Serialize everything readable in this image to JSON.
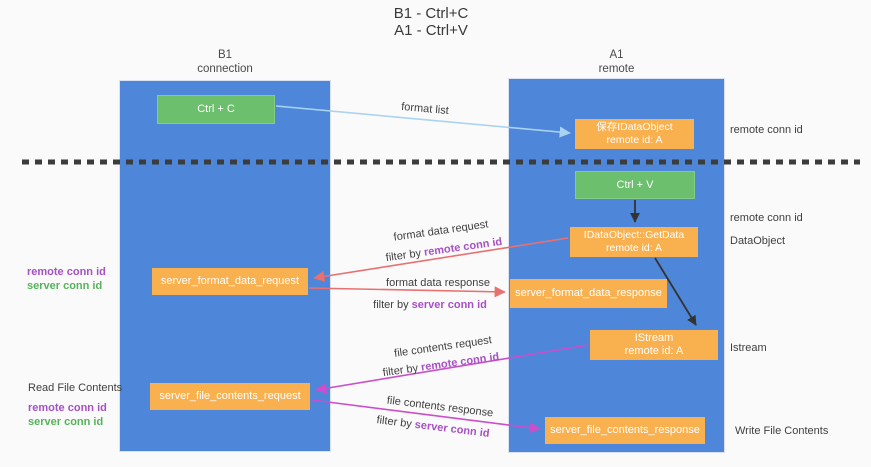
{
  "title": {
    "line1": "B1 - Ctrl+C",
    "line2": "A1 - Ctrl+V"
  },
  "columns": {
    "left": {
      "name": "B1",
      "role": "connection"
    },
    "right": {
      "name": "A1",
      "role": "remote"
    }
  },
  "boxes": {
    "ctrl_c": "Ctrl + C",
    "ctrl_v": "Ctrl + V",
    "save_idataobject": {
      "line1": "保存IDataObject",
      "line2": "remote id: A"
    },
    "getdata": {
      "line1": "IDataObject::GetData",
      "line2": "remote id: A"
    },
    "istream": {
      "line1": "IStream",
      "line2": "remote id: A"
    },
    "server_format_data_request": "server_format_data_request",
    "server_format_data_response": "server_format_data_response",
    "server_file_contents_request": "server_file_contents_request",
    "server_file_contents_response": "server_file_contents_response"
  },
  "arrow_labels": {
    "format_list": "format list",
    "format_data_request": "format data request",
    "format_data_response": "format data response",
    "file_contents_request": "file contents request",
    "file_contents_response": "file contents response"
  },
  "terms": {
    "filter_by": "filter by ",
    "remote_conn_id": "remote conn id",
    "server_conn_id": "server conn id"
  },
  "side_labels": {
    "left": {
      "read_file_contents": "Read File Contents"
    },
    "right": {
      "dataobject": "DataObject",
      "istream": "Istream",
      "write_file_contents": "Write File Contents"
    }
  },
  "colors": {
    "lifeline_blue": "#4e87d9",
    "box_green": "#6cbf6c",
    "box_orange": "#f9b04f",
    "arrow_light_blue": "#a9d3f1",
    "arrow_red": "#e97070",
    "arrow_magenta": "#cb4ecb",
    "arrow_black": "#333333",
    "text_purple": "#a651c4",
    "text_green": "#55b35a",
    "background": "#fafafa"
  }
}
